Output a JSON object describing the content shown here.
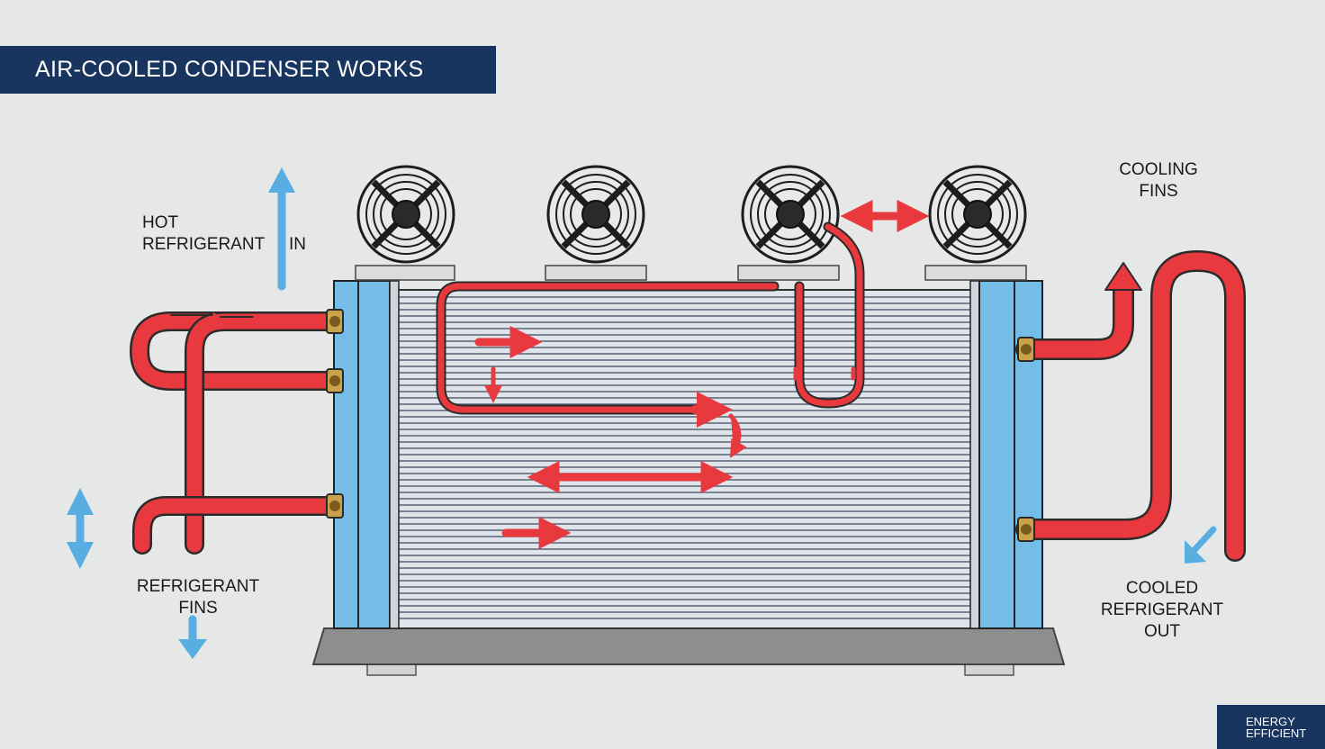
{
  "title": "AIR-COOLED CONDENSER WORKS",
  "labels": {
    "hot_line1": "HOT",
    "hot_line2": "REFRIGERANT",
    "hot_in": "IN",
    "fins_line1": "REFRIGERANT",
    "fins_line2": "FINS",
    "cooling_line1": "COOLING",
    "cooling_line2": "FINS",
    "cooled_line1": "COOLED",
    "cooled_line2": "REFRIGERANT",
    "cooled_line3": "OUT"
  },
  "badge": {
    "line1": "ENERGY",
    "line2": "EFFICIENT"
  },
  "colors": {
    "banner": "#17355f",
    "refrigerant_pipe": "#e8393f",
    "airflow_arrow": "#58aee0",
    "header_panel": "#74bde6",
    "fins": "#5a6275",
    "base": "#8e8e8e"
  },
  "icons": [
    "fan-icon",
    "airflow-arrow-icon",
    "refrigerant-arrow-icon"
  ]
}
